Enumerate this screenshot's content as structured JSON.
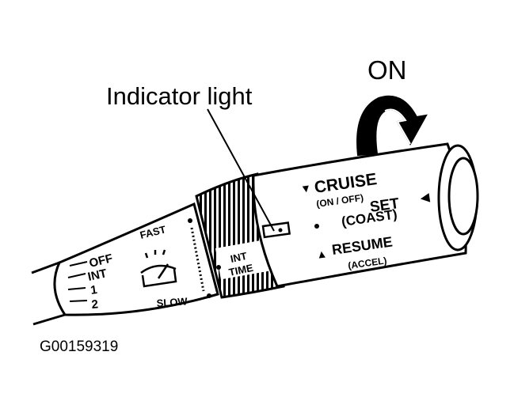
{
  "callouts": {
    "on": "ON",
    "indicator_light": "Indicator light"
  },
  "figure_code": "G00159319",
  "wiper_scale": {
    "fast": "FAST",
    "slow": "SLOW",
    "int_time_line1": "INT",
    "int_time_line2": "TIME"
  },
  "wiper_positions": [
    "OFF",
    "INT",
    "1",
    "2"
  ],
  "cruise": {
    "cruise": "CRUISE",
    "on_off": "(ON / OFF)",
    "set": "SET",
    "coast": "(COAST)",
    "resume": "RESUME",
    "accel": "(ACCEL)"
  },
  "icons": {
    "wiper_symbol": "windshield-wiper-icon",
    "rotation_arrow": "curved-arrow-icon"
  }
}
